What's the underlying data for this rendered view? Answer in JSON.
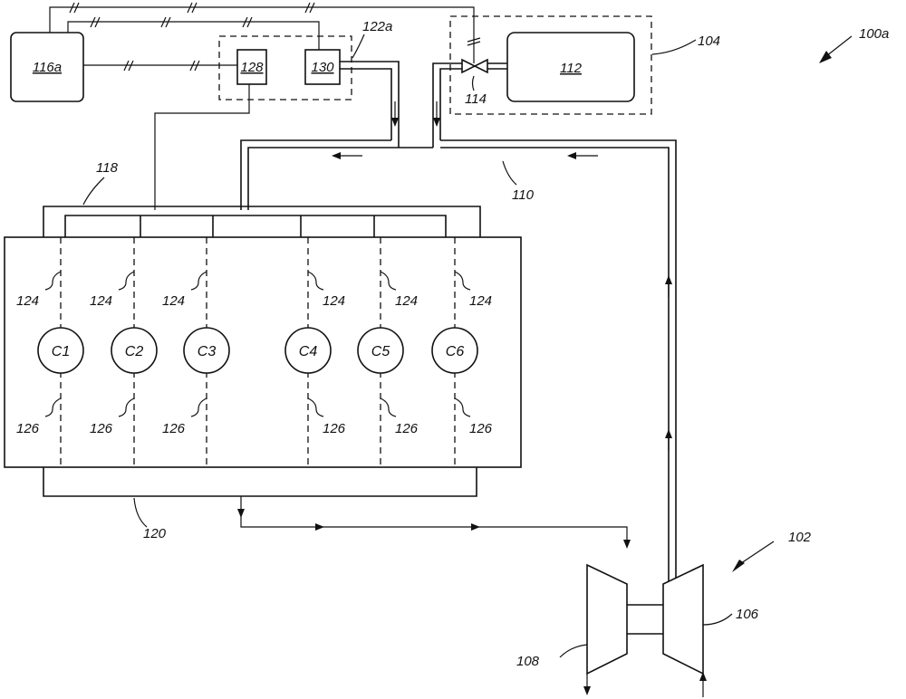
{
  "figure_ref": "100a",
  "boxes": {
    "controller": "116a",
    "sensor_128": "128",
    "sensor_130": "130",
    "sensor_group": "122a",
    "supply_group": "104",
    "tank": "112",
    "valve": "114"
  },
  "lines": {
    "egr_line": "110",
    "intake_manifold": "118",
    "exhaust_manifold": "120",
    "turbocharger": "102",
    "compressor": "106",
    "turbine": "108"
  },
  "cylinders": [
    "C1",
    "C2",
    "C3",
    "C4",
    "C5",
    "C6"
  ],
  "intake_valve_label": "124",
  "exhaust_valve_label": "126"
}
